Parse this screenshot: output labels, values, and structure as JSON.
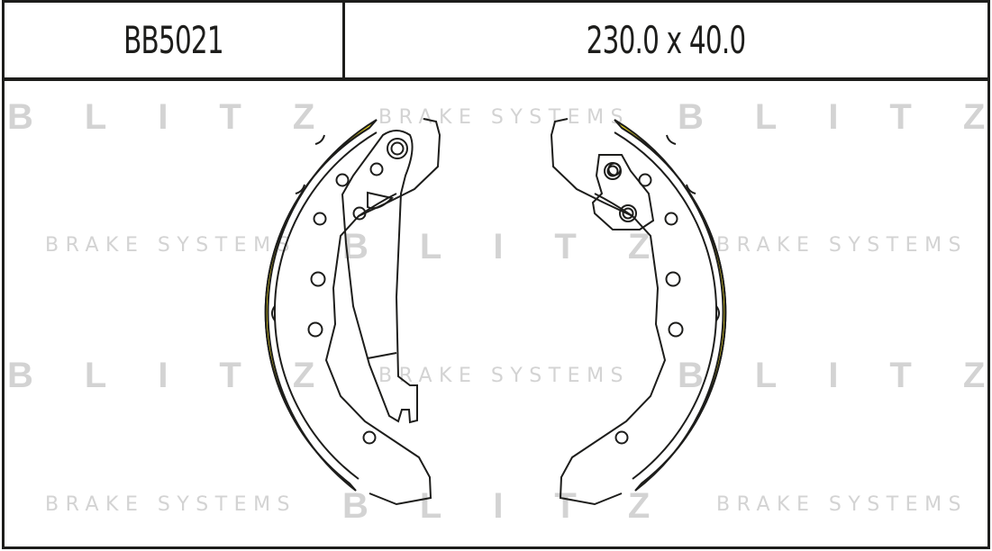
{
  "header": {
    "part_number": "BB5021",
    "dimensions": "230.0 x 40.0"
  },
  "watermark": {
    "brand": "BLITZ",
    "tagline": "BRAKE SYSTEMS"
  },
  "colors": {
    "lining": "#f2dd1e",
    "outline": "#1d1d1b",
    "watermark": "#d3d3d3"
  }
}
